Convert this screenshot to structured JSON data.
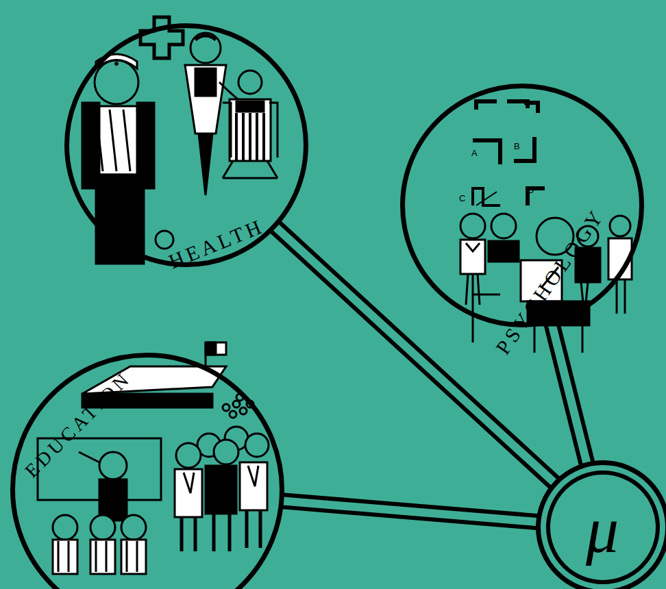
{
  "diagram": {
    "nodes": [
      {
        "text": [
          "HEALTH"
        ]
      },
      {
        "text": [
          "PSYCHOLOGY"
        ]
      },
      {
        "text": [
          "EDUCATION"
        ]
      },
      {
        "text": [
          "μ"
        ]
      }
    ],
    "edges": [
      {
        "from": 0,
        "to": 3,
        "arrow": "none"
      },
      {
        "from": 1,
        "to": 3,
        "arrow": "none"
      },
      {
        "from": 2,
        "to": 3,
        "arrow": "none"
      }
    ],
    "labels": [
      "A",
      "B",
      "C",
      "D"
    ]
  }
}
